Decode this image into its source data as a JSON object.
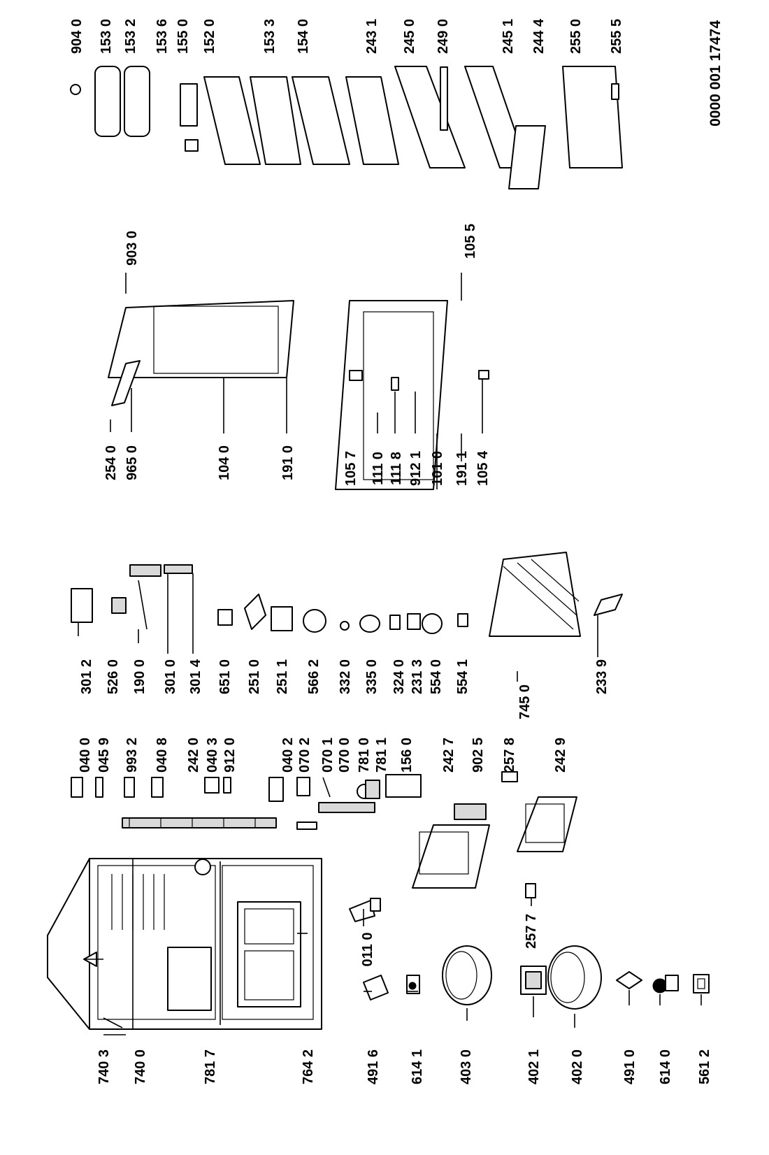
{
  "document_number": "0000 001 17474",
  "labels": [
    "740 3",
    "740 0",
    "781 7",
    "764 2",
    "491 6",
    "614 1",
    "403 0",
    "402 1",
    "402 0",
    "491 0",
    "614 0",
    "561 2",
    "011 0",
    "257 7",
    "040 0",
    "045 9",
    "993 2",
    "040 8",
    "242 0",
    "040 3",
    "912 0",
    "040 2",
    "070 2",
    "070 1",
    "070 0",
    "781 0",
    "781 1",
    "156 0",
    "242 7",
    "902 5",
    "257 8",
    "242 9",
    "301 2",
    "526 0",
    "190 0",
    "301 0",
    "301 4",
    "651 0",
    "251 0",
    "251 1",
    "566 2",
    "332 0",
    "335 0",
    "324 0",
    "231 3",
    "554 0",
    "554 1",
    "745 0",
    "233 9",
    "254 0",
    "965 0",
    "104 0",
    "191 0",
    "903 0",
    "105 7",
    "111 0",
    "111 8",
    "912 1",
    "101 0",
    "191 1",
    "105 4",
    "105 5",
    "904 0",
    "153 0",
    "153 2",
    "153 6",
    "155 0",
    "152 0",
    "153 3",
    "154 0",
    "243 1",
    "245 0",
    "249 0",
    "245 1",
    "244 4",
    "255 0",
    "255 5"
  ]
}
